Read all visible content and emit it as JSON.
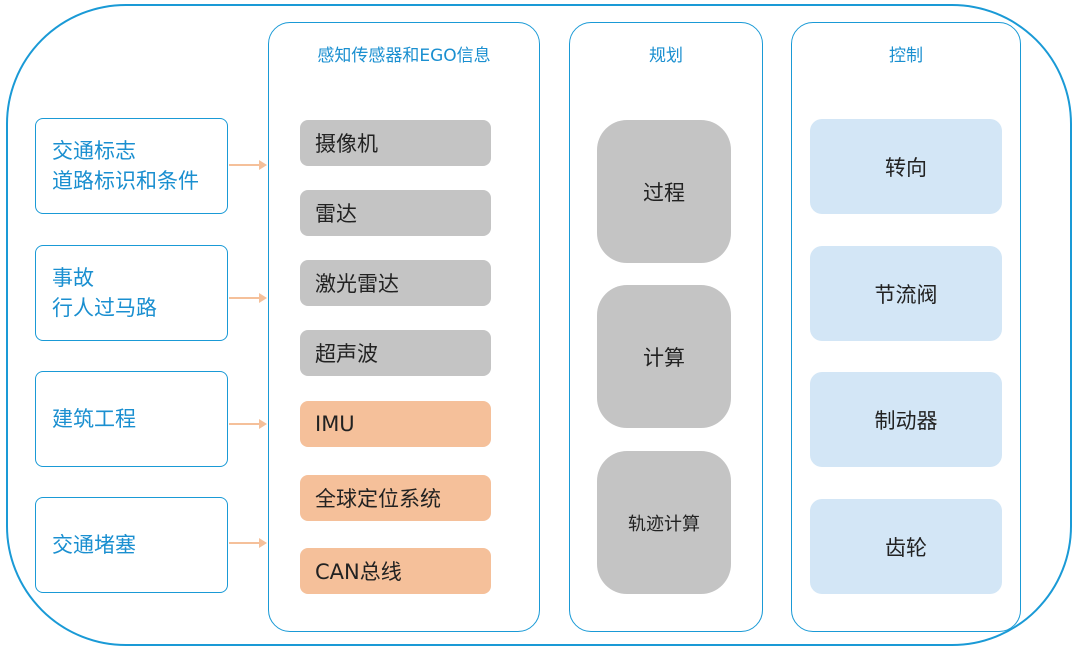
{
  "inputs": [
    {
      "lines": [
        "交通标志",
        "道路标识和条件"
      ]
    },
    {
      "lines": [
        "事故",
        "行人过马路"
      ]
    },
    {
      "lines": [
        "建筑工程"
      ]
    },
    {
      "lines": [
        "交通堵塞"
      ]
    }
  ],
  "perception": {
    "title": "感知传感器和EGO信息",
    "items": [
      {
        "label": "摄像机",
        "color": "#c4c4c4"
      },
      {
        "label": "雷达",
        "color": "#c4c4c4"
      },
      {
        "label": "激光雷达",
        "color": "#c4c4c4"
      },
      {
        "label": "超声波",
        "color": "#c4c4c4"
      },
      {
        "label": "IMU",
        "color": "#f5c09a"
      },
      {
        "label": "全球定位系统",
        "color": "#f5c09a"
      },
      {
        "label": "CAN总线",
        "color": "#f5c09a"
      }
    ]
  },
  "planning": {
    "title": "规划",
    "items": [
      "过程",
      "计算",
      "轨迹计算"
    ]
  },
  "control": {
    "title": "控制",
    "items": [
      "转向",
      "节流阀",
      "制动器",
      "齿轮"
    ]
  },
  "colors": {
    "border": "#1a9ad6",
    "title_text": "#1a8fd0",
    "arrow": "#f5c09a",
    "sensor_gray": "#c4c4c4",
    "sensor_orange": "#f5c09a",
    "control_fill": "#d3e6f6"
  }
}
